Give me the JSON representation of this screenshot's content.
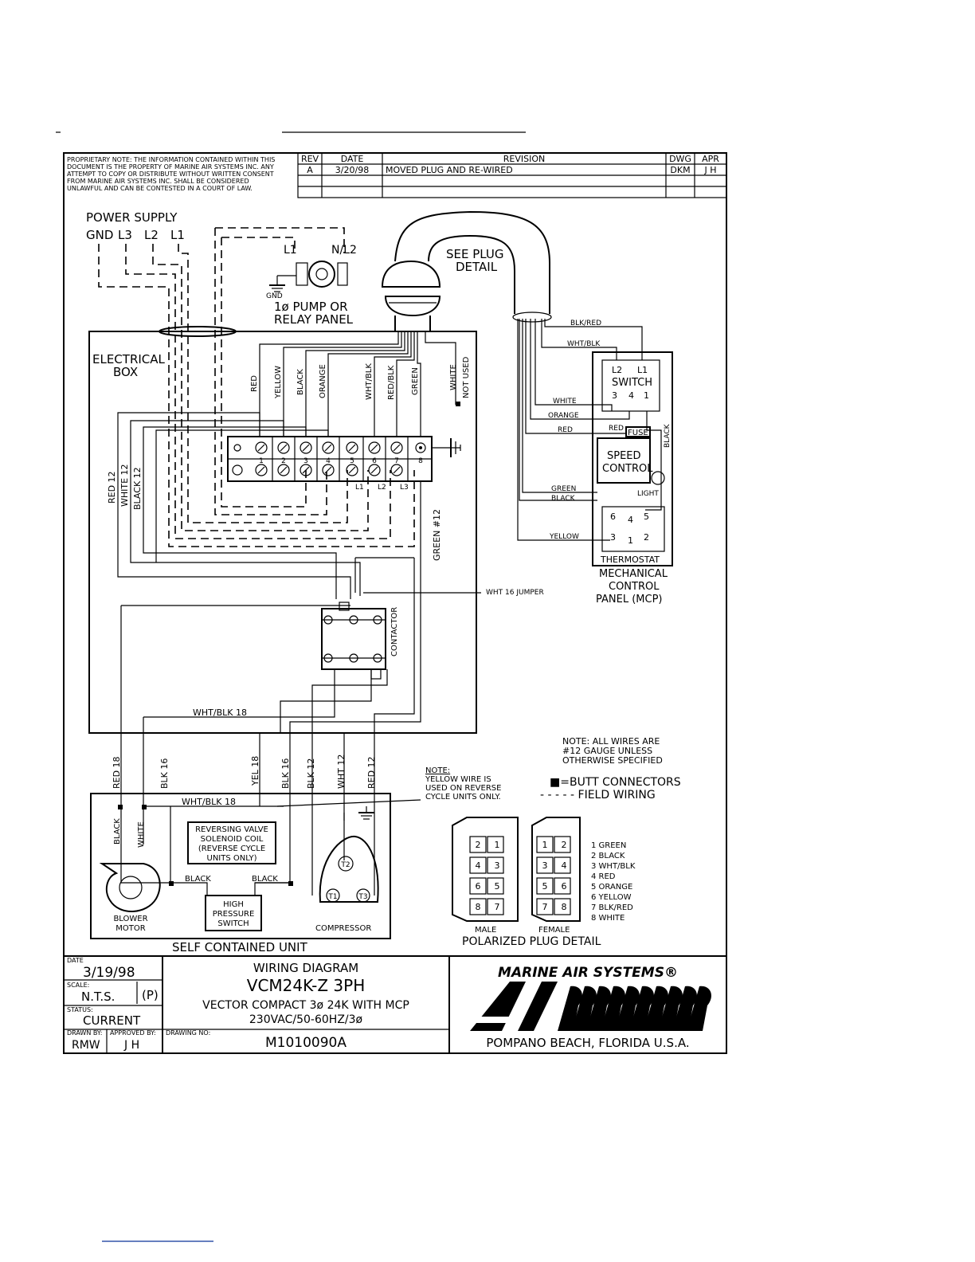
{
  "proprietary_note": [
    "PROPRIETARY NOTE:  THE INFORMATION CONTAINED WITHIN THIS",
    "DOCUMENT IS THE PROPERTY OF MARINE AIR SYSTEMS INC. ANY",
    "ATTEMPT TO COPY OR DISTRIBUTE WITHOUT WRITTEN CONSENT",
    "FROM MARINE AIR SYSTEMS INC. SHALL BE CONSIDERED",
    "UNLAWFUL AND CAN BE CONTESTED IN A COURT OF LAW."
  ],
  "revision_table": {
    "headers": [
      "REV",
      "DATE",
      "REVISION",
      "DWG",
      "APR"
    ],
    "rows": [
      {
        "rev": "A",
        "date": "3/20/98",
        "revision": "MOVED PLUG AND RE-WIRED",
        "dwg": "DKM",
        "apr": "J H"
      }
    ]
  },
  "power_supply": {
    "title": "POWER SUPPLY",
    "terminals": [
      "GND",
      "L3",
      "L2",
      "L1"
    ]
  },
  "pump": {
    "l1": "L1",
    "nl2": "N/L2",
    "gnd": "GND",
    "label_line1": "1ø PUMP OR",
    "label_line2": "RELAY PANEL"
  },
  "plug_callout": [
    "SEE PLUG",
    "DETAIL"
  ],
  "electrical_box": [
    "ELECTRICAL",
    "BOX"
  ],
  "wire_labels": [
    "RED",
    "YELLOW",
    "BLACK",
    "ORANGE",
    "WHT/BLK",
    "RED/BLK",
    "GREEN",
    "WHITE",
    "NOT USED"
  ],
  "box_wires": {
    "red12": "RED 12",
    "white12": "WHITE 12",
    "black12": "BLACK 12",
    "green12": "GREEN #12",
    "whtblk18": "WHT/BLK 18",
    "jumper": "WHT 16 JUMPER",
    "contactor": "CONTACTOR"
  },
  "terminal_block": {
    "numbers": [
      "1",
      "2",
      "3",
      "4",
      "5",
      "6",
      "7",
      "8"
    ],
    "lines": [
      "L1",
      "L2",
      "L3"
    ]
  },
  "mcp": {
    "switch_terminals_top": [
      "L2",
      "L1"
    ],
    "switch": "SWITCH",
    "switch_pins": [
      "3",
      "4",
      "1"
    ],
    "wires": [
      "BLK/RED",
      "WHT/BLK",
      "WHITE",
      "ORANGE",
      "RED",
      "RED",
      "GREEN",
      "BLACK",
      "YELLOW",
      "BLACK"
    ],
    "fuse": "FUSE",
    "speed_control": [
      "SPEED",
      "CONTROL"
    ],
    "light": "LIGHT",
    "thermostat": "THERMOSTAT",
    "thermostat_pins": [
      "6",
      "4",
      "5",
      "3",
      "1",
      "2"
    ],
    "label": [
      "MECHANICAL",
      "CONTROL",
      "PANEL (MCP)"
    ]
  },
  "lower_wires": [
    "RED 18",
    "BLK 16",
    "YEL 18",
    "BLK 16",
    "BLK 12",
    "WHT 12",
    "RED 12"
  ],
  "self_contained": {
    "whtblk18": "WHT/BLK 18",
    "black": "BLACK",
    "white": "WHITE",
    "black_left": "BLACK",
    "black_right": "BLACK",
    "valve": [
      "REVERSING VALVE",
      "SOLENOID COIL",
      "(REVERSE CYCLE",
      "UNITS ONLY)"
    ],
    "hp_switch": [
      "HIGH",
      "PRESSURE",
      "SWITCH"
    ],
    "blower": [
      "BLOWER",
      "MOTOR"
    ],
    "compressor": "COMPRESSOR",
    "comp_terminals": [
      "T2",
      "T1",
      "T3"
    ],
    "title": "SELF CONTAINED UNIT"
  },
  "notes": {
    "yellow_note": [
      "NOTE:",
      "YELLOW WIRE IS",
      "USED ON REVERSE",
      "CYCLE UNITS ONLY."
    ],
    "wires_note": [
      "NOTE: ALL WIRES ARE",
      "#12 GAUGE UNLESS",
      "OTHERWISE SPECIFIED"
    ],
    "butt": "■=BUTT CONNECTORS",
    "field": "- - - - - FIELD WIRING"
  },
  "plug_detail": {
    "pins_left": [
      "2",
      "1",
      "4",
      "3",
      "6",
      "5",
      "8",
      "7"
    ],
    "pins_right": [
      "1",
      "2",
      "3",
      "4",
      "5",
      "6",
      "7",
      "8"
    ],
    "legend": [
      "1 GREEN",
      "2 BLACK",
      "3 WHT/BLK",
      "4 RED",
      "5 ORANGE",
      "6 YELLOW",
      "7 BLK/RED",
      "8 WHITE"
    ],
    "male": "MALE",
    "female": "FEMALE",
    "title": "POLARIZED PLUG DETAIL"
  },
  "title_block": {
    "date_label": "DATE",
    "date": "3/19/98",
    "scale_label": "SCALE:",
    "scale": "N.T.S.",
    "p": "(P)",
    "status_label": "STATUS:",
    "status": "CURRENT",
    "drawn_label": "DRAWN BY:",
    "drawn": "RMW",
    "approved_label": "APPROVED BY:",
    "approved": "J H",
    "drawing_no_label": "DRAWING NO:",
    "drawing_no": "M1010090A",
    "title1": "WIRING DIAGRAM",
    "title2": "VCM24K-Z 3PH",
    "title3": "VECTOR COMPACT 3ø 24K WITH MCP",
    "title4": "230VAC/50-60HZ/3ø",
    "company": "MARINE AIR SYSTEMS®",
    "logo": "AIR",
    "location": "POMPANO BEACH, FLORIDA U.S.A."
  }
}
